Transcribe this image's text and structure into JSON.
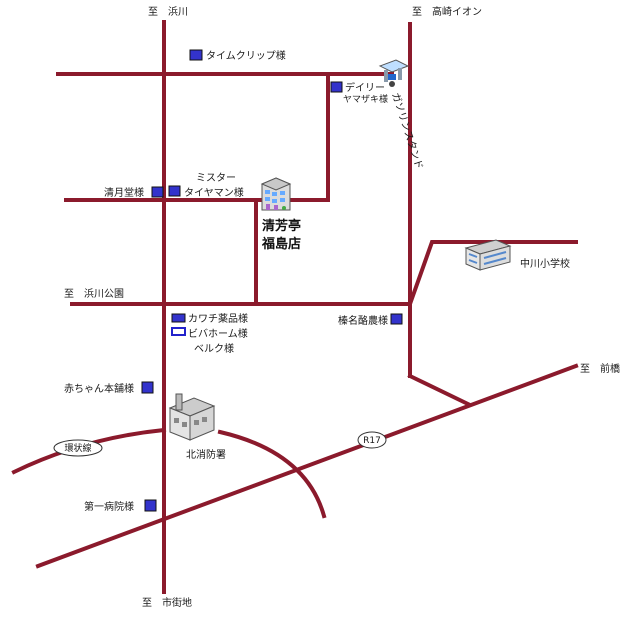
{
  "directions": {
    "north_left": "至　浜川",
    "north_right": "至　高崎イオン",
    "west": "至　浜川公園",
    "east": "至　前橋",
    "south": "至　市街地"
  },
  "venue": {
    "name_line1": "清芳亭",
    "name_line2": "福島店"
  },
  "pois": {
    "time_clip": "タイムクリップ様",
    "daily_line1": "デイリー",
    "daily_line2": "ヤマザキ様",
    "gas_station": "ガソリンスタンド",
    "seigetsudo": "清月堂様",
    "mister_line1": "ミスター",
    "mister_line2": "タイヤマン様",
    "nakagawa_school": "中川小学校",
    "kawachi": "カワチ薬品様",
    "bibahome": "ビバホーム様",
    "belk": "ベルク様",
    "haruna_nokyo": "榛名酪農様",
    "akachan_honpo": "赤ちゃん本舗様",
    "fire_station": "北消防署",
    "daiichi_hospital": "第一病院様"
  },
  "roads": {
    "kanjo_sen": "環状線",
    "r17": "R17"
  },
  "colors": {
    "road": "#8b1a2c",
    "poi": "#3333cc"
  }
}
